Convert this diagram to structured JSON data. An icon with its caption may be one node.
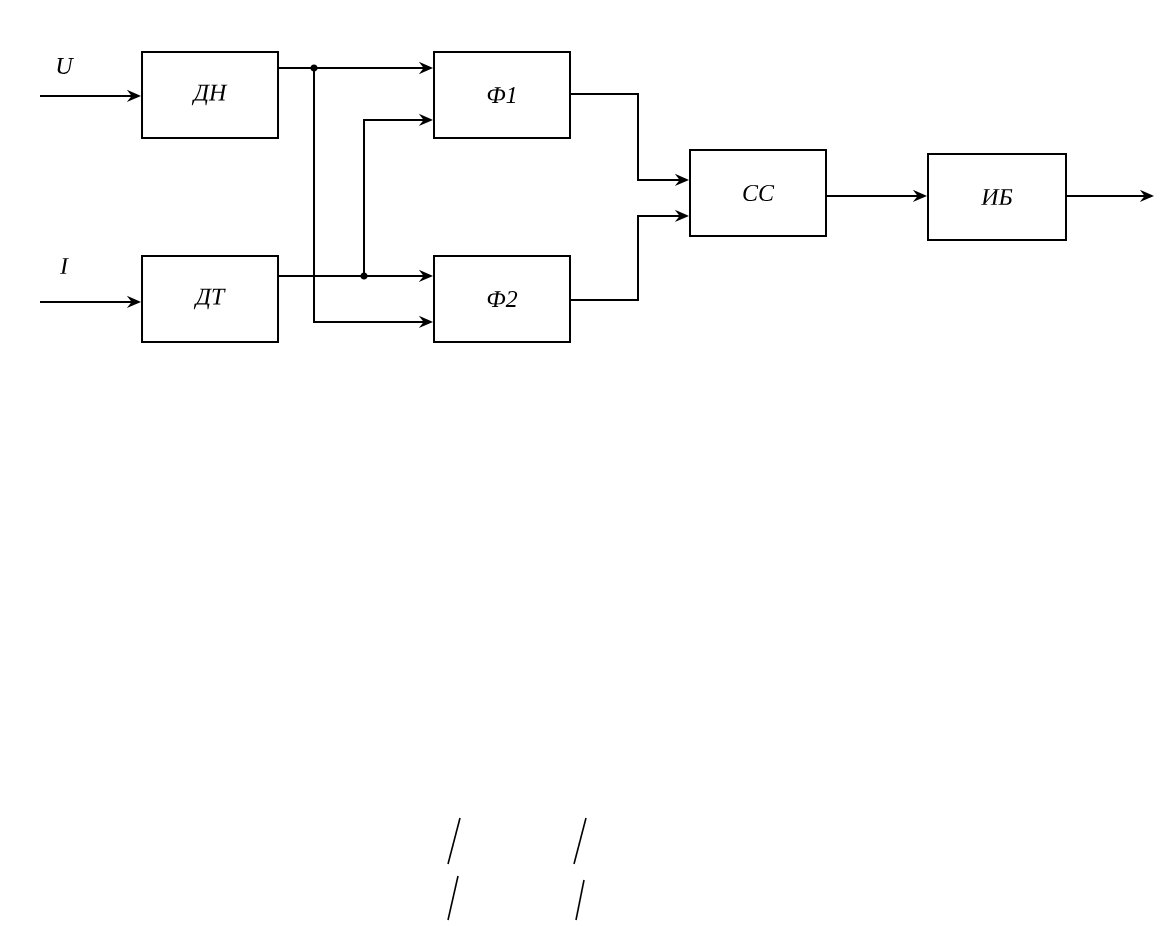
{
  "diagram": {
    "nodes": [
      {
        "text": [
          "ДН"
        ]
      },
      {
        "text": [
          "ДТ"
        ]
      },
      {
        "text": [
          "Ф1"
        ]
      },
      {
        "text": [
          "Ф2"
        ]
      },
      {
        "text": [
          "СС"
        ]
      },
      {
        "text": [
          "ИБ"
        ]
      }
    ],
    "edges": [
      {
        "from": null,
        "to": 0,
        "arrow": "to",
        "label": "U"
      },
      {
        "from": null,
        "to": 1,
        "arrow": "to",
        "label": "I"
      },
      {
        "from": 0,
        "to": 2,
        "arrow": "to"
      },
      {
        "from": 0,
        "to": 3,
        "arrow": "to"
      },
      {
        "from": 1,
        "to": 3,
        "arrow": "to"
      },
      {
        "from": 1,
        "to": 2,
        "arrow": "to"
      },
      {
        "from": 2,
        "to": 4,
        "arrow": "to"
      },
      {
        "from": 3,
        "to": 4,
        "arrow": "to"
      },
      {
        "from": 4,
        "to": 5,
        "arrow": "to"
      },
      {
        "from": 5,
        "to": null,
        "arrow": "to"
      }
    ]
  }
}
